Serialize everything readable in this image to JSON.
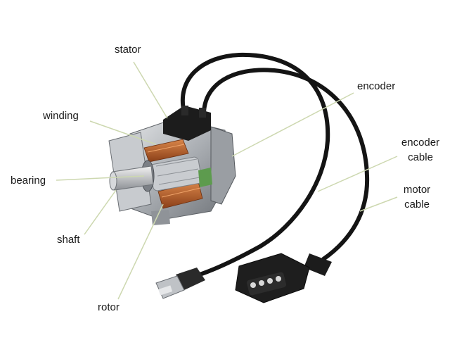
{
  "labels": {
    "stator": "stator",
    "winding": "winding",
    "bearing": "bearing",
    "shaft": "shaft",
    "rotor": "rotor",
    "encoder": "encoder",
    "encoder_cable_1": "encoder",
    "encoder_cable_2": "cable",
    "motor_cable_1": "motor",
    "motor_cable_2": "cable"
  },
  "colors": {
    "leader_line": "#cdd8b0",
    "cable": "#141414",
    "housing": "#b9bcc0",
    "copper": "#b8612a",
    "connector": "#1c1c1c"
  }
}
